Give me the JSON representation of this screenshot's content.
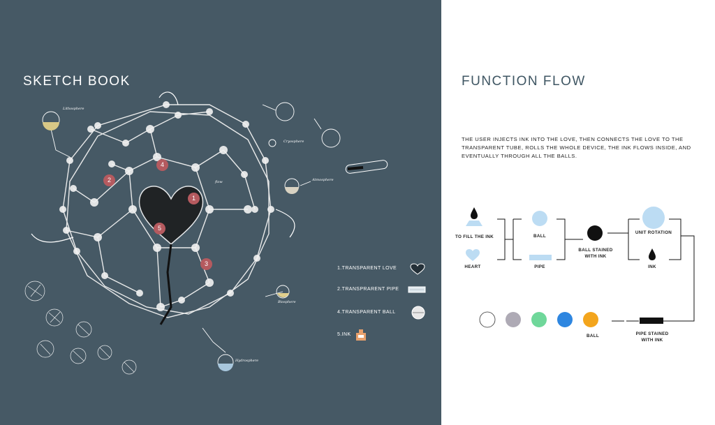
{
  "sketch": {
    "title": "SKETCH BOOK",
    "legend": [
      {
        "label": "1.TRANSPARENT LOVE",
        "icon": "heart-icon"
      },
      {
        "label": "2.TRANSPRARENT PIPE",
        "icon": "pipe-icon"
      },
      {
        "label": "4.TRANSPARENT BALL",
        "icon": "ball-icon"
      },
      {
        "label": "5.INK",
        "icon": "ink-bottle-icon"
      }
    ],
    "markers": [
      "1",
      "2",
      "3",
      "4",
      "5"
    ],
    "notes": [
      "Lithosphere",
      "Cryosphere",
      "Atmosphere",
      "Biosphere",
      "Hydrosphere",
      "flow"
    ]
  },
  "flow": {
    "title": "FUNCTION FLOW",
    "description": "THE USER INJECTS INK INTO THE LOVE, THEN CONNECTS THE LOVE TO THE TRANSPARENT TUBE, ROLLS THE WHOLE DEVICE, THE INK FLOWS INSIDE, AND EVENTUALLY THROUGH ALL THE BALLS.",
    "labels": {
      "fill": "TO FILL THE INK",
      "heart": "HEART",
      "ball": "BALL",
      "pipe": "PIPE",
      "ball_stained": "BALL STAINED WITH INK",
      "unit_rotation": "UNIT ROTATION",
      "ink": "INK",
      "ball_row": "BALL",
      "pipe_stained": "PIPE STAINED WITH INK"
    },
    "ball_colors": [
      "#ffffff",
      "#aeaab5",
      "#6fd79a",
      "#2e86e0",
      "#f3a51d"
    ],
    "accent_blue": "#bcdcf3"
  }
}
